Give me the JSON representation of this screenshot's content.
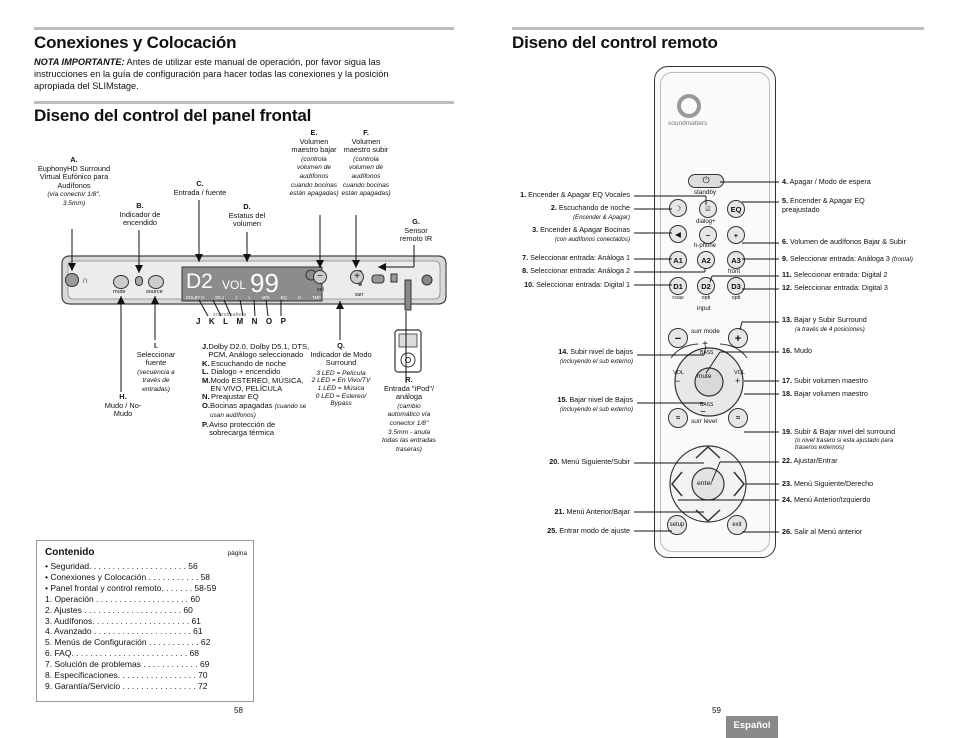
{
  "left": {
    "title1": "Conexiones y Colocación",
    "note_lead": "NOTA IMPORTANTE:",
    "note_text": " Antes de utilizar este manual de operación, por favor sigua las instrucciones en la guía de configuración para hacer todas las conexiones y la posición apropiada del SLIMstage.",
    "title2": "Diseno del control del panel frontal",
    "callouts": {
      "A": {
        "key": "A.",
        "text": "EuphonyHD Surround Virtual Eufónico para Audífonos",
        "note": "(vía conector 1/8\", 3.5mm)"
      },
      "B": {
        "key": "B.",
        "text": "Indicador de encendido"
      },
      "C": {
        "key": "C.",
        "text": "Entrada / fuente"
      },
      "D": {
        "key": "D.",
        "text": "Estatus del volumen"
      },
      "E": {
        "key": "E.",
        "text": "Volumen maestro bajar",
        "note": "(controla volumen de audífonos cuando bocinas están apagadas)"
      },
      "F": {
        "key": "F.",
        "text": "Volumen maestro subir",
        "note": "(controla volumen de audífonos cuando bocinas están apagadas)"
      },
      "G": {
        "key": "G.",
        "text": "Sensor remoto IR"
      },
      "H": {
        "key": "H.",
        "text": "Mudo / No-Mudo"
      },
      "I": {
        "key": "I.",
        "text": "Seleccionar fuente",
        "note": "(secuencia a través de entradas)"
      },
      "Q": {
        "key": "Q.",
        "text": "Indicador de Modo Surround",
        "notes": [
          "3 LED = Película",
          "2 LED = En Vivo/TV",
          "1 LED = Música",
          "0 LED = Estereo/ Bypass"
        ]
      },
      "R": {
        "key": "R.",
        "text": "Entrada \"iPod\"/ análoga",
        "note": "(cambio automático vía conector 1/8\" 3.5mm - anula todas las entradas traseras)"
      }
    },
    "panel": {
      "display_d2": "D2",
      "display_vol": "VOL",
      "display_num": "99",
      "display_small": [
        "DOLBY D",
        "D5.1",
        "J",
        "L",
        "M/N",
        "EQ",
        "O",
        "TMP"
      ],
      "brand": "soundmatters",
      "btn_mute": "mute",
      "btn_source": "source",
      "vol_label": "vol",
      "surr_label": "surr",
      "letters": [
        "J",
        "K",
        "L",
        "M",
        "N",
        "O",
        "P"
      ]
    },
    "legend": [
      {
        "k": "J.",
        "t": "Dolby D2.0, Dolby D5.1, DTS, PCM, Análogo seleccionado"
      },
      {
        "k": "K.",
        "t": "Escuchando de noche"
      },
      {
        "k": "L.",
        "t": "Dialogo + encendido"
      },
      {
        "k": "M.",
        "t": "Modo ESTEREO, MÚSICA, EN VIVO, PELÍCULA"
      },
      {
        "k": "N.",
        "t": "Preajustar EQ"
      },
      {
        "k": "O.",
        "t": "Bocinas apagadas",
        "note": "(cuando se usan audífonos)"
      },
      {
        "k": "P.",
        "t": "Aviso protección de sobrecarga térmica"
      }
    ],
    "toc": {
      "title": "Contenido",
      "page_label": "página",
      "items": [
        "•  Seguridad. . . . . . . . . . . . . . . . . . . . . 56",
        "•  Conexiones y Colocación . . . . . . . . . . . 58",
        "•  Panel frontal y control remoto. . . . . . . 58-59",
        "1. Operación  . . . . . . . . . . . . . . . . . . . . 60",
        "2. Ajustes  . . . . . . . . . . . . . . . . . . . . . 60",
        "3. Audífonos. . . . . . . . . . . . . . . . . . . . . 61",
        "4. Avanzado . . . . . . . . . . . . . . . . . . . . . 61",
        "5. Menús de Configuración . . . . . . . . . . . 62",
        "6. FAQ. . . . . . . . . . . . . . . . . . . . . . . . . 68",
        "7. Solución de problemas . . . . . . . . . . . . 69",
        "8. Especificaciones. . . . . . . . . . . . . . . . . 70",
        "9. Garantía/Servicio . . . . . . . . . . . . . . . . 72"
      ]
    },
    "page_number": "58"
  },
  "right": {
    "title": "Diseno del control remoto",
    "brand": "soundmatters",
    "remote_labels": {
      "standby": "standby",
      "dialog": "dialog+",
      "eq": "EQ",
      "hphone": "h-phone",
      "a1": "A1",
      "a2": "A2",
      "a3": "A3",
      "front": "front",
      "d1": "D1",
      "d2": "D2",
      "d3": "D3",
      "coax": "coax",
      "opti1": "opti",
      "opti2": "opti",
      "input": "input",
      "surr_mode": "surr mode",
      "bass": "BASS",
      "vol": "VOL",
      "mute": "mute",
      "surr_level": "surr level",
      "enter": "enter",
      "setup": "setup",
      "exit": "exit"
    },
    "left_labels": [
      {
        "k": "1.",
        "t": "Encender & Apagar EQ Vocales"
      },
      {
        "k": "2.",
        "t": "Escuchando de noche",
        "note": "(Encender & Apagar)"
      },
      {
        "k": "3.",
        "t": "Encender & Apagar Bocinas",
        "note": "(con audífonos conectados)"
      },
      {
        "k": "7.",
        "t": "Seleccionar entrada: Análoga 1"
      },
      {
        "k": "8.",
        "t": "Seleccionar entrada: Análoga 2"
      },
      {
        "k": "10.",
        "t": "Seleccionar entrada: Digital 1"
      },
      {
        "k": "14.",
        "t": "Subir nivel de bajos",
        "note": "(incluyendo el sub externo)"
      },
      {
        "k": "15.",
        "t": "Bajar nivel de Bajos",
        "note": "(incluyendo el sub externo)"
      },
      {
        "k": "20.",
        "t": "Menú Siguiente/Subir"
      },
      {
        "k": "21.",
        "t": "Menú Anterior/Bajar"
      },
      {
        "k": "25.",
        "t": "Entrar modo de ajuste"
      }
    ],
    "right_labels": [
      {
        "k": "4.",
        "t": "Apagar / Modo de espera"
      },
      {
        "k": "5.",
        "t": "Encender & Apagar EQ preajustado"
      },
      {
        "k": "6.",
        "t": "Volumen de audífonos Bajar & Subir"
      },
      {
        "k": "9.",
        "t": "Seleccionar entrada: Análoga 3",
        "note": "(frontal)"
      },
      {
        "k": "11.",
        "t": "Seleccionar entrada: Digital 2"
      },
      {
        "k": "12.",
        "t": "Seleccionar entrada: Digital 3"
      },
      {
        "k": "13.",
        "t": "Bajar y Subir Surround",
        "note": "(a través de 4 posiciones)"
      },
      {
        "k": "16.",
        "t": "Mudo"
      },
      {
        "k": "17.",
        "t": "Subir volumen maestro"
      },
      {
        "k": "18.",
        "t": "Bajar volumen maestro"
      },
      {
        "k": "19.",
        "t": "Subir & Bajar nivel del surround",
        "note": "(o nivel trasero si esta ajustado para traseros externos)"
      },
      {
        "k": "22.",
        "t": "Ajustar/Entrar"
      },
      {
        "k": "23.",
        "t": "Menú Siguiente/Derecho"
      },
      {
        "k": "24.",
        "t": "Menú Anterior/Izquierdo"
      },
      {
        "k": "26.",
        "t": "Salir al Menú anterior"
      }
    ],
    "page_number": "59",
    "lang_tab": "Español"
  }
}
